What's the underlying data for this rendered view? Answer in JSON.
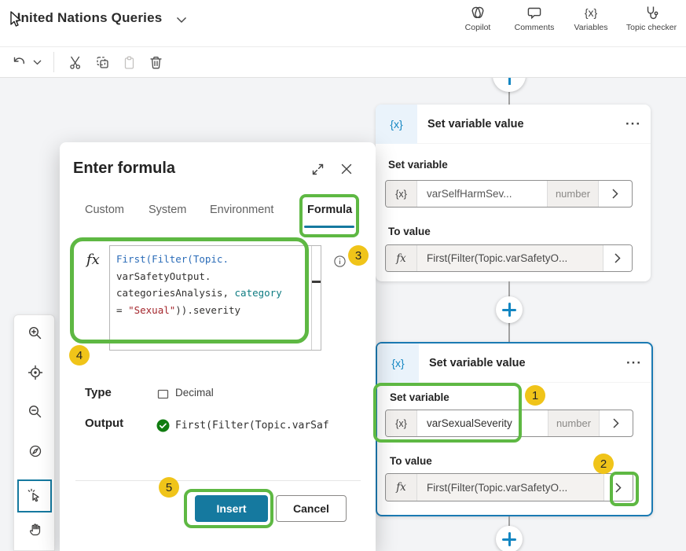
{
  "window": {
    "title": "United Nations Queries"
  },
  "header_actions": [
    {
      "label": "Copilot",
      "icon": "copilot-icon"
    },
    {
      "label": "Comments",
      "icon": "comments-icon"
    },
    {
      "label": "Variables",
      "icon": "variables-icon",
      "glyph": "{x}"
    },
    {
      "label": "Topic checker",
      "icon": "topic-checker-icon"
    }
  ],
  "edit_toolbar": {
    "icons": [
      "undo",
      "undo-dropdown",
      "cut",
      "copy",
      "paste",
      "delete"
    ]
  },
  "dialog": {
    "title": "Enter formula",
    "tabs": [
      {
        "label": "Custom",
        "selected": false
      },
      {
        "label": "System",
        "selected": false
      },
      {
        "label": "Environment",
        "selected": false
      },
      {
        "label": "Formula",
        "selected": true
      }
    ],
    "fx_glyph": "fx",
    "formula": {
      "lines": [
        {
          "tokens": [
            {
              "text": "First(Filter(Topic.",
              "kind": "function"
            }
          ]
        },
        {
          "tokens": [
            {
              "text": "varSafetyOutput.",
              "kind": "plain"
            }
          ]
        },
        {
          "tokens": [
            {
              "text": "categoriesAnalysis, ",
              "kind": "plain"
            },
            {
              "text": "category",
              "kind": "field"
            }
          ]
        },
        {
          "tokens": [
            {
              "text": "= ",
              "kind": "plain"
            },
            {
              "text": "\"Sexual\"",
              "kind": "string"
            },
            {
              "text": ")).severity",
              "kind": "plain"
            }
          ]
        }
      ]
    },
    "type_label": "Type",
    "type_value": "Decimal",
    "output_label": "Output",
    "output_value": "First(Filter(Topic.varSaf",
    "insert_label": "Insert",
    "cancel_label": "Cancel"
  },
  "nodes": [
    {
      "title": "Set variable value",
      "icon_glyph": "{x}",
      "menu_glyph": "···",
      "set_variable_label": "Set variable",
      "variable_chip": "{x}",
      "variable_name": "varSelfHarmSev...",
      "variable_type": "number",
      "to_value_label": "To value",
      "fx_chip": "fx",
      "to_value_text": "First(Filter(Topic.varSafetyO..."
    },
    {
      "title": "Set variable value",
      "icon_glyph": "{x}",
      "menu_glyph": "···",
      "set_variable_label": "Set variable",
      "variable_chip": "{x}",
      "variable_name": "varSexualSeverity",
      "variable_type": "number",
      "to_value_label": "To value",
      "fx_chip": "fx",
      "to_value_text": "First(Filter(Topic.varSafetyO..."
    }
  ],
  "annotations": {
    "steps": [
      "1",
      "2",
      "3",
      "4",
      "5"
    ]
  },
  "colors": {
    "accent_teal": "#15799f",
    "highlight_green": "#5eb843",
    "badge_yellow": "#f0c419",
    "node_icon_blue": "#1386c2",
    "selected_node_border": "#1b7ab3",
    "formula_function": "#2b6cb8",
    "formula_field": "#0f7c82",
    "formula_string": "#a4262c"
  }
}
